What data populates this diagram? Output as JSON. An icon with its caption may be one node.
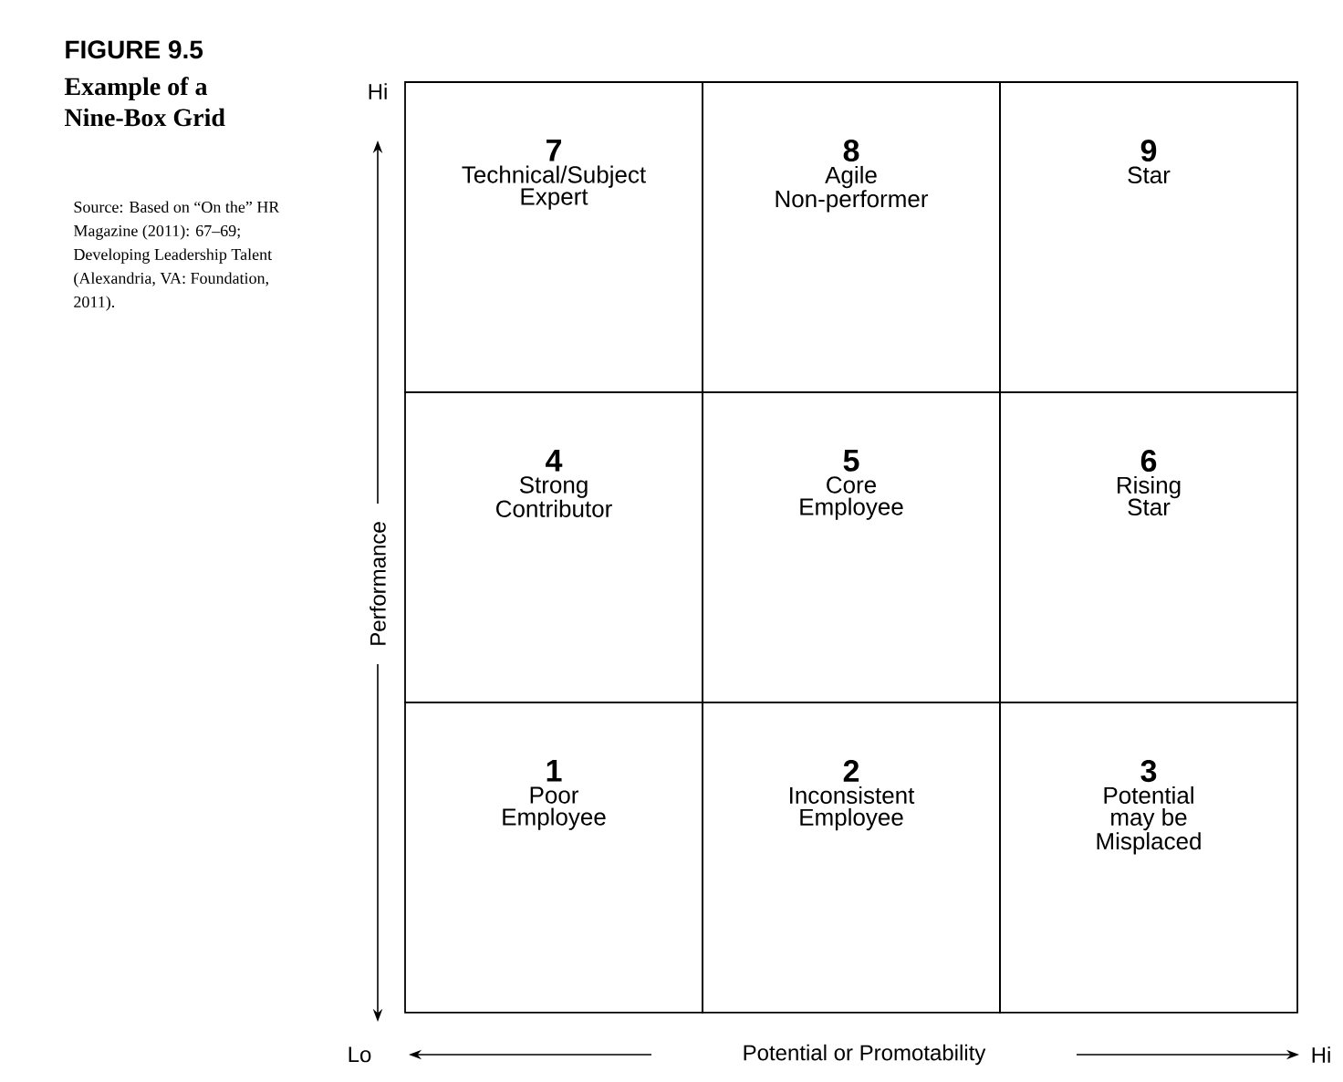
{
  "diagram": {
    "title": "Example of a Nine-Box Grid",
    "caption": "Source: Based on “On the” HR Magazine (2011): 67–69; Developing Leadership Talent (Alexandria, VA: Foundation, 2011).",
    "nodes": [
      {
        "text": [
          "7",
          "Technical/Subject Expert"
        ]
      },
      {
        "text": [
          "8",
          "Agile Non-performer"
        ]
      },
      {
        "text": [
          "9",
          "Star"
        ]
      },
      {
        "text": [
          "4",
          "Strong Contributor"
        ]
      },
      {
        "text": [
          "5",
          "Core Employee"
        ]
      },
      {
        "text": [
          "6",
          "Rising Star"
        ]
      },
      {
        "text": [
          "1",
          "Poor Employee"
        ]
      },
      {
        "text": [
          "2",
          "Inconsistent Employee"
        ]
      },
      {
        "text": [
          "3",
          "Potential may be Misplaced"
        ]
      }
    ],
    "labels": [
      "FIGURE 9.5",
      "Hi",
      "Performance",
      "Lo",
      "Potential or Promotability",
      "Hi"
    ]
  }
}
